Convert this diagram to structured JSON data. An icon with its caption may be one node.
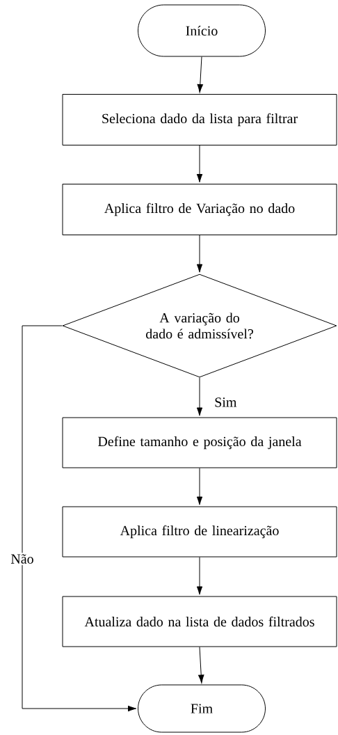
{
  "diagram": {
    "nodes": [
      {
        "text": [
          "Início"
        ]
      },
      {
        "text": [
          "Seleciona dado da lista para filtrar"
        ]
      },
      {
        "text": [
          "Aplica filtro de Variação no dado"
        ]
      },
      {
        "text": [
          "A variação do dado é admissível?"
        ]
      },
      {
        "text": [
          "Define tamanho e posição da janela"
        ]
      },
      {
        "text": [
          "Aplica filtro de linearização"
        ]
      },
      {
        "text": [
          "Atualiza dado na lista de dados filtrados"
        ]
      },
      {
        "text": [
          "Fim"
        ]
      }
    ],
    "edges": [
      {
        "from": 0,
        "to": 1,
        "arrow": "to"
      },
      {
        "from": 1,
        "to": 2,
        "arrow": "to"
      },
      {
        "from": 2,
        "to": 3,
        "arrow": "to"
      },
      {
        "from": 3,
        "to": 4,
        "arrow": "to",
        "label": "Sim"
      },
      {
        "from": 4,
        "to": 5,
        "arrow": "to"
      },
      {
        "from": 5,
        "to": 6,
        "arrow": "to"
      },
      {
        "from": 6,
        "to": 7,
        "arrow": "to"
      },
      {
        "from": 3,
        "to": 7,
        "arrow": "to",
        "label": "Não"
      }
    ]
  }
}
